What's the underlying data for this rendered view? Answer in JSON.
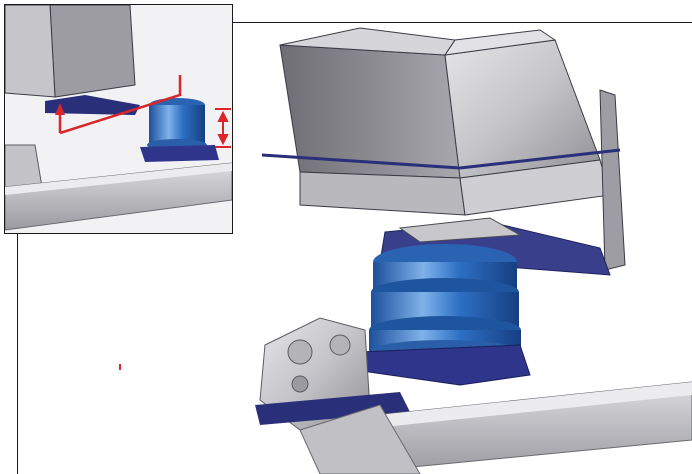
{
  "image": {
    "caption": "",
    "labels": []
  },
  "colors": {
    "airbag": "#2d6fc4",
    "airbag_highlight": "#7fb2ea",
    "bracket_dark": "#2a2f7a",
    "steel": "#c9c9cc",
    "steel_shadow": "#8c8c92",
    "annotation": "#d8262a",
    "frame_line": "#1a1a1a"
  },
  "components": {
    "main_view": [
      "frame-bracket",
      "upper-mount-plate",
      "air-spring-bellows",
      "lower-mount-plate",
      "leaf-spring-hanger",
      "axle-beam"
    ],
    "inset_view": [
      "frame-bracket",
      "air-spring-bellows",
      "axle-beam",
      "movement-arrows",
      "height-dimension-marker"
    ]
  }
}
